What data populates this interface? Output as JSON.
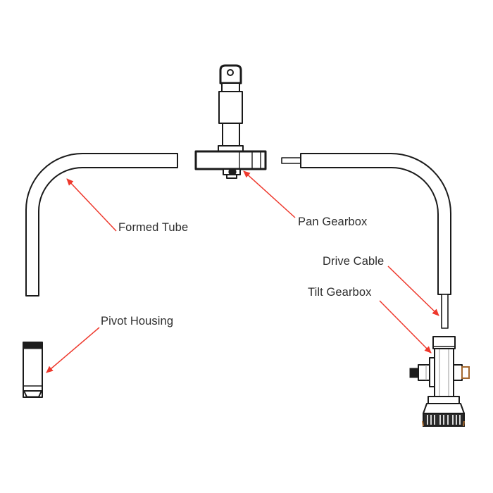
{
  "diagram": {
    "type": "exploded-parts-diagram",
    "background": "#ffffff",
    "colors": {
      "outline": "#1a1a1a",
      "leader": "#ee382c",
      "label-text": "#2d2d2d",
      "accent-brown": "#a5692f",
      "knurl-dark": "#2b2b2b"
    },
    "labels": [
      {
        "id": "formed-tube",
        "text": "Formed Tube"
      },
      {
        "id": "pan-gearbox",
        "text": "Pan Gearbox"
      },
      {
        "id": "drive-cable",
        "text": "Drive Cable"
      },
      {
        "id": "tilt-gearbox",
        "text": "Tilt Gearbox"
      },
      {
        "id": "pivot-housing",
        "text": "Pivot Housing"
      }
    ]
  }
}
